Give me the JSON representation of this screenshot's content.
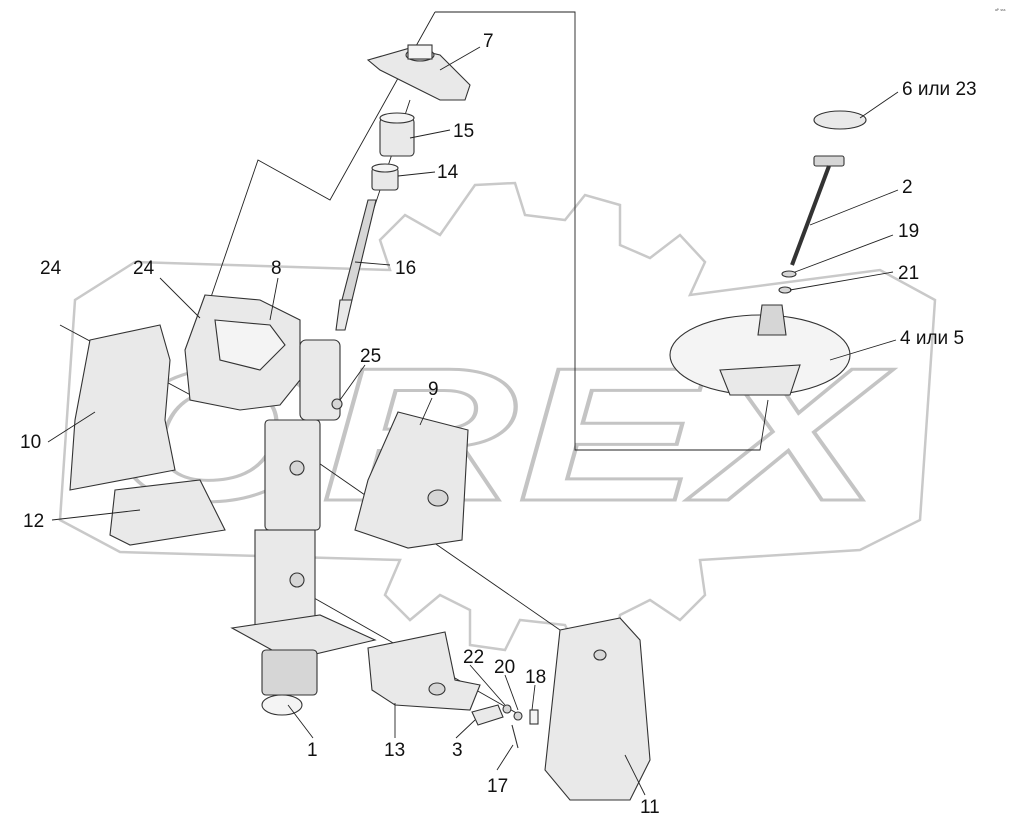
{
  "watermark": {
    "text": "OREX"
  },
  "corner_mark": "ᵃᴾ ˢˢˢ",
  "callouts": [
    {
      "id": "c7",
      "text": "7"
    },
    {
      "id": "c15",
      "text": "15"
    },
    {
      "id": "c14",
      "text": "14"
    },
    {
      "id": "c16",
      "text": "16"
    },
    {
      "id": "c8",
      "text": "8"
    },
    {
      "id": "c24a",
      "text": "24"
    },
    {
      "id": "c24b",
      "text": "24"
    },
    {
      "id": "c25",
      "text": "25"
    },
    {
      "id": "c9",
      "text": "9"
    },
    {
      "id": "c10",
      "text": "10"
    },
    {
      "id": "c12",
      "text": "12"
    },
    {
      "id": "c1",
      "text": "1"
    },
    {
      "id": "c13",
      "text": "13"
    },
    {
      "id": "c3",
      "text": "3"
    },
    {
      "id": "c17",
      "text": "17"
    },
    {
      "id": "c22",
      "text": "22"
    },
    {
      "id": "c20",
      "text": "20"
    },
    {
      "id": "c18",
      "text": "18"
    },
    {
      "id": "c11",
      "text": "11"
    },
    {
      "id": "c6",
      "text": "6 или 23"
    },
    {
      "id": "c2",
      "text": "2"
    },
    {
      "id": "c19",
      "text": "19"
    },
    {
      "id": "c21",
      "text": "21"
    },
    {
      "id": "c4",
      "text": "4 или 5"
    }
  ]
}
